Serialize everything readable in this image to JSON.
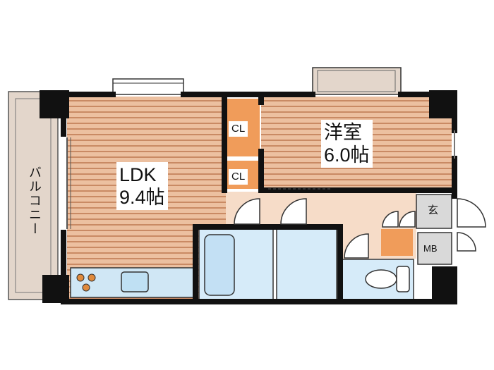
{
  "floor_plan": {
    "ldk": {
      "name": "LDK",
      "size": "9.4帖"
    },
    "western_room": {
      "name": "洋室",
      "size": "6.0帖"
    },
    "closet_label_1": "CL",
    "closet_label_2": "CL",
    "entrance_label": "玄",
    "meter_box_label": "MB",
    "balcony_label": "バルコニー",
    "colors": {
      "wall": "#000000",
      "floor_wood": "#e8b08a",
      "floor_stripe": "#c98a64",
      "closet": "#f09c5a",
      "hall_floor": "#f6dcc8",
      "wet_area": "#d6ebf9",
      "balcony": "#e3d6cb",
      "kitchen_counter": "#d0e7f5",
      "gray_cell": "#d9d9d9"
    }
  }
}
